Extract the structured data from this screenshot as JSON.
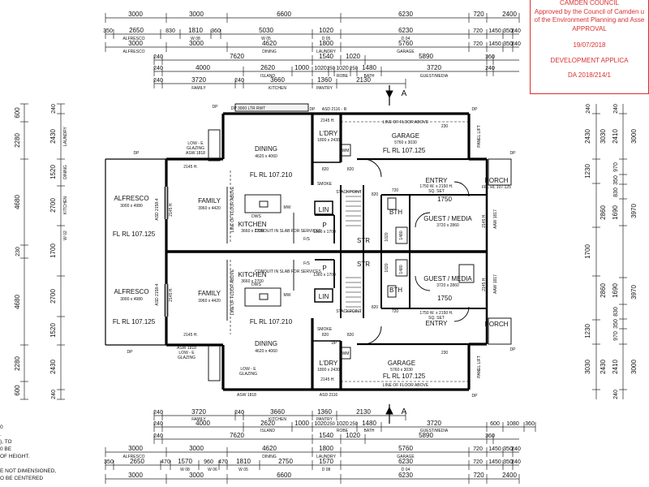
{
  "approval_stamp": {
    "council": "CAMDEN COUNCIL",
    "line1": "Approved by the Council of Camden u",
    "line2": "of the Environment Planning and Asse",
    "status": "APPROVAL",
    "date": "19/07/2018",
    "type": "DEVELOPMENT APPLICA",
    "ref": "DA 2018/214/1"
  },
  "dims": {
    "top1": [
      "3000",
      "3000",
      "6600",
      "6230",
      "720",
      "2400"
    ],
    "top2": [
      "350",
      "2650",
      "830",
      "1810",
      "360",
      "5030",
      "1020",
      "6230",
      "720",
      "1450",
      "350",
      "240"
    ],
    "top2_tags": [
      "ALFRESCO",
      "W 08",
      "W 05",
      "D 05",
      "D 04"
    ],
    "top3": [
      "3000",
      "3000",
      "4620",
      "1800",
      "5760",
      "720",
      "1450",
      "350",
      "240"
    ],
    "top3_tags": [
      "ALFRESCO",
      "DINING",
      "LAUNDRY",
      "GARAGE"
    ],
    "top4": [
      "240",
      "7620",
      "1540",
      "1020",
      "5890",
      "360"
    ],
    "top5": [
      "240",
      "4000",
      "2620",
      "1000",
      "1020",
      "250",
      "1020",
      "250",
      "1480",
      "3720",
      "240"
    ],
    "top5_tags": [
      "ISLAND",
      "ROBE",
      "BATH",
      "GUEST/MEDIA"
    ],
    "top6": [
      "240",
      "3720",
      "240",
      "3660",
      "1360",
      "2130"
    ],
    "top6_tags": [
      "FAMILY",
      "KITCHEN",
      "PANTRY"
    ],
    "left1": [
      "600",
      "2280",
      "4680",
      "230",
      "4680",
      "2280",
      "600"
    ],
    "left2": [
      "240",
      "2430",
      "1520",
      "2700",
      "1700",
      "2700",
      "1520",
      "2430",
      "240"
    ],
    "left2_tags": [
      "LAUNDRY",
      "DINING",
      "KITCHEN",
      "W 02"
    ],
    "right1": [
      "240",
      "2430",
      "3030",
      "1230",
      "2860",
      "1700",
      "3970"
    ],
    "right2": [
      "240",
      "2410",
      "3000",
      "970",
      "350",
      "830",
      "1690",
      "3970"
    ],
    "bottom1": [
      "240",
      "3720",
      "240",
      "3660",
      "1360",
      "2130"
    ],
    "bottom1_tags": [
      "FAMILY",
      "KITCHEN",
      "PANTRY"
    ],
    "bottom2": [
      "240",
      "4000",
      "2620",
      "1000",
      "1020",
      "250",
      "1020",
      "250",
      "1480",
      "3720",
      "600",
      "1080",
      "360"
    ],
    "bottom2_tags": [
      "ISLAND",
      "ROBE",
      "BATH",
      "GUEST/MEDIA"
    ],
    "bottom3": [
      "240",
      "7620",
      "1540",
      "1020",
      "5890",
      "360"
    ],
    "bottom4": [
      "3000",
      "3000",
      "4620",
      "1800",
      "5760",
      "720",
      "1450",
      "350",
      "240"
    ],
    "bottom4_tags": [
      "ALFRESCO",
      "DINING",
      "LAUNDRY",
      "GARAGE"
    ],
    "bottom5": [
      "350",
      "2650",
      "470",
      "1570",
      "960",
      "470",
      "1810",
      "2750",
      "1570",
      "6230",
      "720",
      "1450",
      "350",
      "240"
    ],
    "bottom5_tags": [
      "W 08",
      "W 06",
      "W 05",
      "D 08",
      "D 04"
    ],
    "bottom6": [
      "3000",
      "3000",
      "6600",
      "6230",
      "720",
      "2400"
    ]
  },
  "rooms_top": {
    "alfresco": {
      "name": "ALFRESCO",
      "size": "3000 x 4980",
      "level": "FL  RL 107.125"
    },
    "family": {
      "name": "FAMILY",
      "size": "3960 x 4420"
    },
    "dining": {
      "name": "DINING",
      "size": "4620 x 4060",
      "level": "FL  RL 107.210"
    },
    "kitchen": {
      "name": "KITCHEN",
      "size": "3660 x 2700"
    },
    "laundry": {
      "name": "L'DRY",
      "size": "1800 x 2430"
    },
    "pantry": {
      "name": "P",
      "size": "1360 x 1700"
    },
    "garage": {
      "name": "GARAGE",
      "size": "5760 x 3030",
      "level": "FL  RL 107.125"
    },
    "entry": {
      "name": "ENTRY",
      "door": "1750 W. x 2150 H.",
      "note": "SQ. SET"
    },
    "porch": {
      "name": "PORCH",
      "level": "FFL RL 107.125"
    },
    "guest": {
      "name": "GUEST / MEDIA",
      "size": "3720 x 2860"
    },
    "bath": "BTH",
    "linen": "LIN",
    "stair": "STR"
  },
  "rooms_bottom": {
    "alfresco": {
      "name": "ALFRESCO",
      "size": "3000 x 4980",
      "level": "FL  RL 107.125"
    },
    "family": {
      "name": "FAMILY",
      "size": "3960 x 4420"
    },
    "dining": {
      "name": "DINING",
      "size": "4620 x 4060",
      "level": "FL  RL 107.210"
    },
    "kitchen": {
      "name": "KITCHEN",
      "size": "3660 x 2700"
    },
    "laundry": {
      "name": "L'DRY",
      "size": "1800 x 2430"
    },
    "pantry": {
      "name": "P",
      "size": "1360 x 1700"
    },
    "garage": {
      "name": "GARAGE",
      "size": "5760 x 3030",
      "level": "FL  RL 107.125"
    },
    "entry": {
      "name": "ENTRY",
      "door": "1750 W. x 2150 H.",
      "note": "SQ. SET"
    },
    "porch": {
      "name": "PORCH"
    },
    "guest": {
      "name": "GUEST / MEDIA",
      "size": "3720 x 2860"
    },
    "bath": "BTH",
    "linen": "LIN",
    "stair": "STR"
  },
  "labels": {
    "rwt": "DP  3000 LTR RWT",
    "dp": "DP",
    "line_floor_above": "LINE OF FLOOR ABOVE",
    "conduit": "CONDUIT IN SLAB FOR SERVICES",
    "low_e": "LOW - E",
    "glazing": "GLAZING",
    "asw1818": "ASW 1818",
    "asd2116": "ASD 2116 - R",
    "asd2116b": "ASD 2116",
    "h2145": "2145 H.",
    "stackpoint": "STACKPOINT",
    "smoke": "SMOKE",
    "dws": "DWS",
    "mw": "MW",
    "fs": "F/S",
    "wm": "WM",
    "num820": "820",
    "num720": "720",
    "num230": "230",
    "num1750": "1750",
    "num1480": "1480",
    "num1020": "1020",
    "section": "A",
    "asd2158": "ASD 2158-4",
    "aaw1817": "AAW 1817",
    "panel_lift": "PANEL LIFT",
    "a23": "23",
    "a4": "4"
  },
  "notes": [
    "0",
    ".",
    "), TO",
    "0 BE",
    "OF HEIGHT.",
    "",
    "E NOT DIMENSIONED,",
    "O BE CENTERED"
  ]
}
